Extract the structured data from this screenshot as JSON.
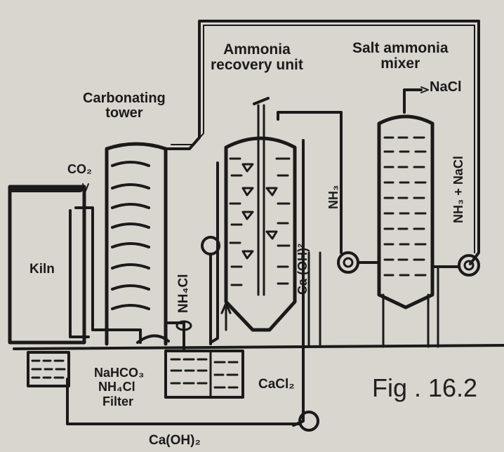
{
  "labels": {
    "ammonia_recovery": "Ammonia\nrecovery unit",
    "salt_ammonia_mixer": "Salt ammonia\nmixer",
    "nacl": "NaCl",
    "carbonating_tower": "Carbonating\ntower",
    "co2": "CO₂",
    "kiln": "Kiln",
    "nh4cl": "NH₄Cl",
    "caoh2_vertical": "Ca (OH)²",
    "nh3": "NH₃",
    "nh3_nacl": "NH₃ + NaCl",
    "nahco3": "NaHCO₃",
    "nh4cl_filter": "NH₄Cl",
    "filter": "Filter",
    "cacl2": "CaCl₂",
    "caoh2_bottom": "Ca(OH)₂",
    "figure": "Fig . 16.2"
  },
  "colors": {
    "background": "#d9d5cf",
    "ink": "#1a1a1a"
  }
}
